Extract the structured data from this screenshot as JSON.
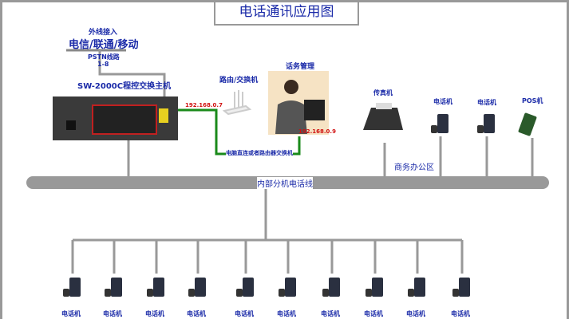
{
  "title": "电话通讯应用图",
  "outside": {
    "label": "外线接入",
    "carriers": "电信/联通/移动",
    "pstn": "PSTN线路",
    "lines": "1-8"
  },
  "pbx": {
    "label": "SW-2000C程控交换主机",
    "ip": "192.168.0.7"
  },
  "router": {
    "label": "路由/交换机"
  },
  "operator": {
    "label": "话务管理",
    "ip": "192.168.0.9"
  },
  "link_label": "电脑直连或者路由器交换机",
  "bus_label": "内部分机电话线",
  "office": {
    "label": "商务办公区",
    "devices": [
      {
        "label": "传真机"
      },
      {
        "label": "电话机"
      },
      {
        "label": "电话机"
      },
      {
        "label": "POS机"
      }
    ]
  },
  "extensions": [
    "电话机",
    "电话机",
    "电话机",
    "电话机",
    "电话机",
    "电话机",
    "电话机",
    "电话机",
    "电话机",
    "电话机"
  ],
  "colors": {
    "text": "#1a2aa8",
    "ip": "#d01010",
    "line": "#999999",
    "green": "#1a8a1a"
  }
}
